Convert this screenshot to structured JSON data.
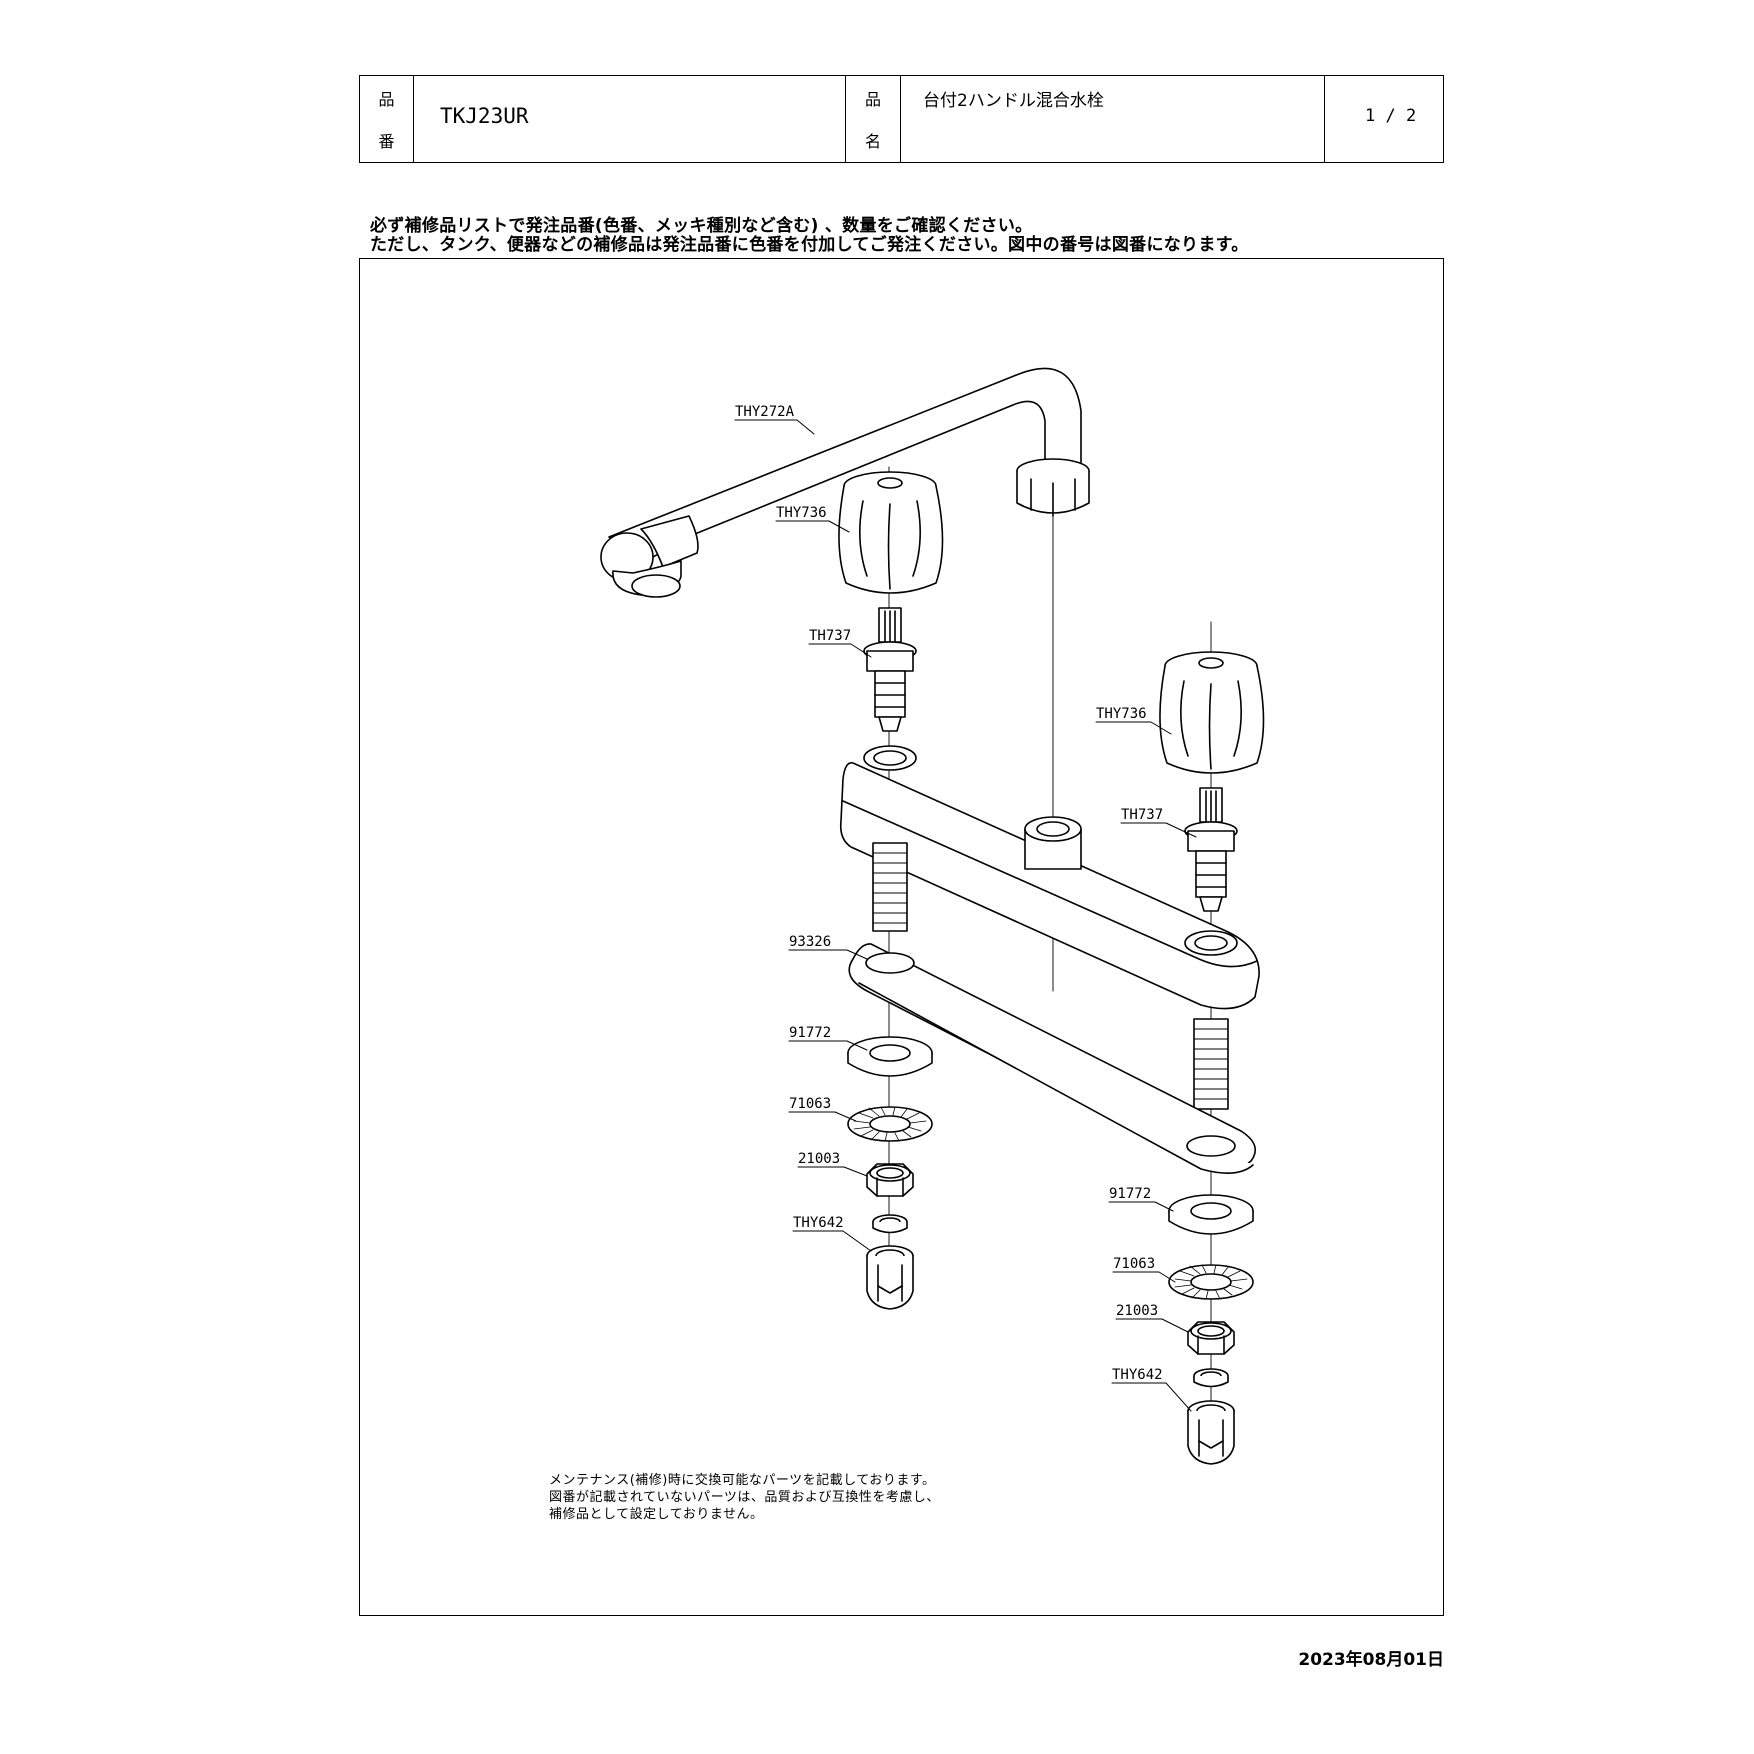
{
  "header": {
    "part_number_label_1": "品",
    "part_number_label_2": "番",
    "part_number": "TKJ23UR",
    "product_name_label_1": "品",
    "product_name_label_2": "名",
    "product_name": "台付2ハンドル混合水栓",
    "page": "1 / 2"
  },
  "notice": {
    "line1": "必ず補修品リストで発注品番(色番、メッキ種別など含む) 、数量をご確認ください。",
    "line2": "ただし、タンク、便器などの補修品は発注品番に色番を付加してご発注ください。図中の番号は図番になります。"
  },
  "parts": {
    "spout": "THY272A",
    "handle_left": "THY736",
    "cartridge_left": "TH737",
    "handle_right": "THY736",
    "cartridge_right": "TH737",
    "gasket_plate": "93326",
    "washer_left": "91772",
    "lock_washer_left": "71063",
    "nut_left": "21003",
    "packing_left": "THY642",
    "washer_right": "91772",
    "lock_washer_right": "71063",
    "nut_right": "21003",
    "packing_right": "THY642"
  },
  "footnote": {
    "line1": "メンテナンス(補修)時に交換可能なパーツを記載しております。",
    "line2": "図番が記載されていないパーツは、品質および互換性を考慮し、",
    "line3": "補修品として設定しておりません。"
  },
  "date": "2023年08月01日"
}
